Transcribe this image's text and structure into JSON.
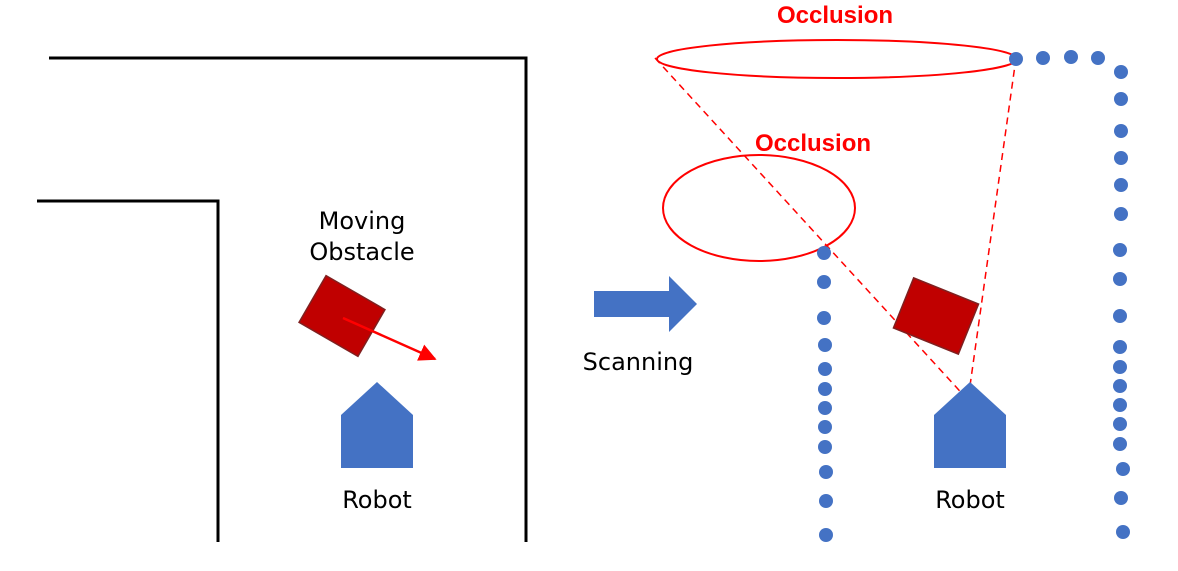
{
  "labels": {
    "moving_obstacle_line1": "Moving",
    "moving_obstacle_line2": "Obstacle",
    "robot_left": "Robot",
    "scanning": "Scanning",
    "robot_right": "Robot",
    "occlusion_top": "Occlusion",
    "occlusion_middle": "Occlusion"
  },
  "colors": {
    "wall": "#000000",
    "obstacle": "#c00000",
    "obstacle_border": "#7f2020",
    "robot": "#4472c4",
    "scan_point": "#4472c4",
    "occlusion": "#ff0000",
    "motion_arrow": "#ff0000"
  }
}
